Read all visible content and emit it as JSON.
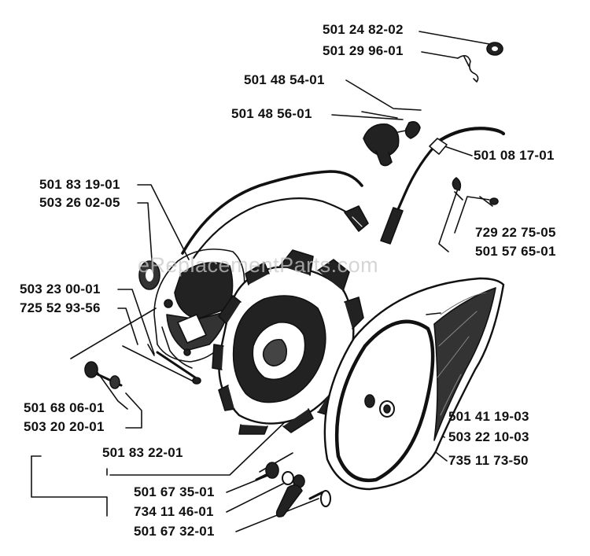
{
  "watermark": "eReplacementParts.com",
  "parts": [
    {
      "id": "p01",
      "number": "501 24 82-02"
    },
    {
      "id": "p02",
      "number": "501 29 96-01"
    },
    {
      "id": "p03",
      "number": "501 48 54-01"
    },
    {
      "id": "p04",
      "number": "501 48 56-01"
    },
    {
      "id": "p05",
      "number": "501 08 17-01"
    },
    {
      "id": "p06",
      "number": "501 83 19-01"
    },
    {
      "id": "p07",
      "number": "503 26 02-05"
    },
    {
      "id": "p08",
      "number": "729 22 75-05"
    },
    {
      "id": "p09",
      "number": "501 57 65-01"
    },
    {
      "id": "p10",
      "number": "503 23 00-01"
    },
    {
      "id": "p11",
      "number": "725 52 93-56"
    },
    {
      "id": "p12",
      "number": "501 68 06-01"
    },
    {
      "id": "p13",
      "number": "503 20 20-01"
    },
    {
      "id": "p14",
      "number": "501 41 19-03"
    },
    {
      "id": "p15",
      "number": "503 22 10-03"
    },
    {
      "id": "p16",
      "number": "735 11 73-50"
    },
    {
      "id": "p17",
      "number": "501 83 22-01"
    },
    {
      "id": "p18",
      "number": "501 67 35-01"
    },
    {
      "id": "p19",
      "number": "734 11 46-01"
    },
    {
      "id": "p20",
      "number": "501 67 32-01"
    }
  ],
  "colors": {
    "ink": "#111111",
    "paper": "#ffffff",
    "watermark": "#c8c8c8"
  }
}
